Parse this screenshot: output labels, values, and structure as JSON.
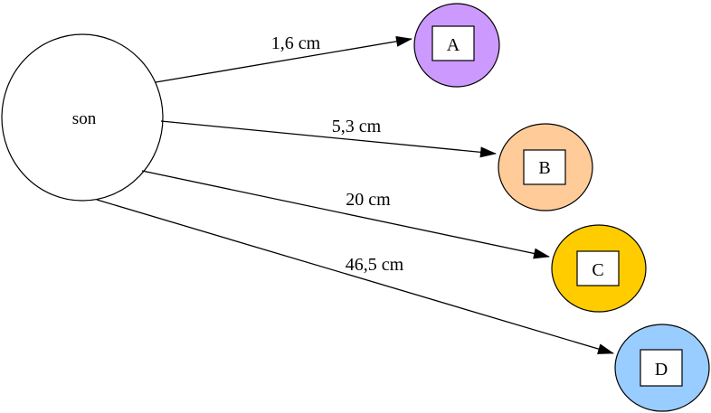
{
  "source": {
    "label": "son",
    "fill": "#ffffff"
  },
  "targets": [
    {
      "label": "A",
      "fill": "#cc99ff",
      "distance": "1,6 cm"
    },
    {
      "label": "B",
      "fill": "#ffcc99",
      "distance": "5,3 cm"
    },
    {
      "label": "C",
      "fill": "#ffcc00",
      "distance": "20 cm"
    },
    {
      "label": "D",
      "fill": "#99ccff",
      "distance": "46,5 cm"
    }
  ]
}
